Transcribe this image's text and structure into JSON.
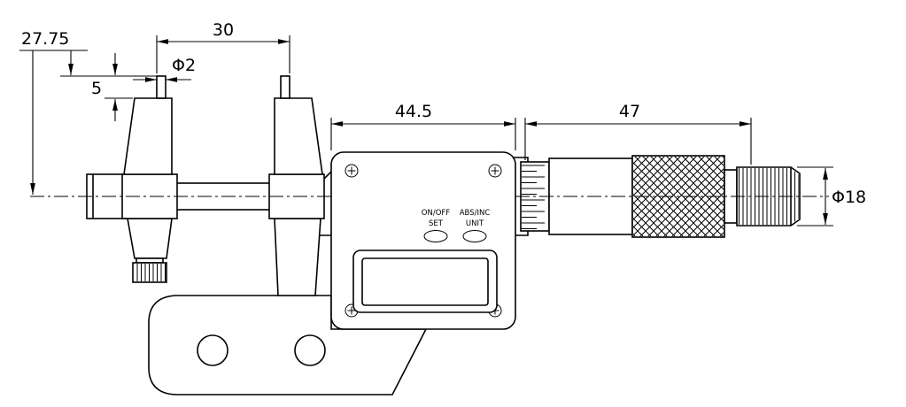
{
  "drawing": {
    "title": "digital inside micrometer technical drawing",
    "colors": {
      "line": "#000000",
      "background": "#ffffff"
    },
    "dims": {
      "axis_to_tip_height": "27.75",
      "jaw_span": "30",
      "tip_diameter": "Φ2",
      "tip_length": "5",
      "display_body_length": "44.5",
      "thimble_length": "47",
      "ratchet_diameter": "Φ18"
    },
    "display": {
      "btn_onoff": "ON/OFF",
      "btn_set": "SET",
      "btn_absinc": "ABS/INC",
      "btn_unit": "UNIT"
    }
  }
}
